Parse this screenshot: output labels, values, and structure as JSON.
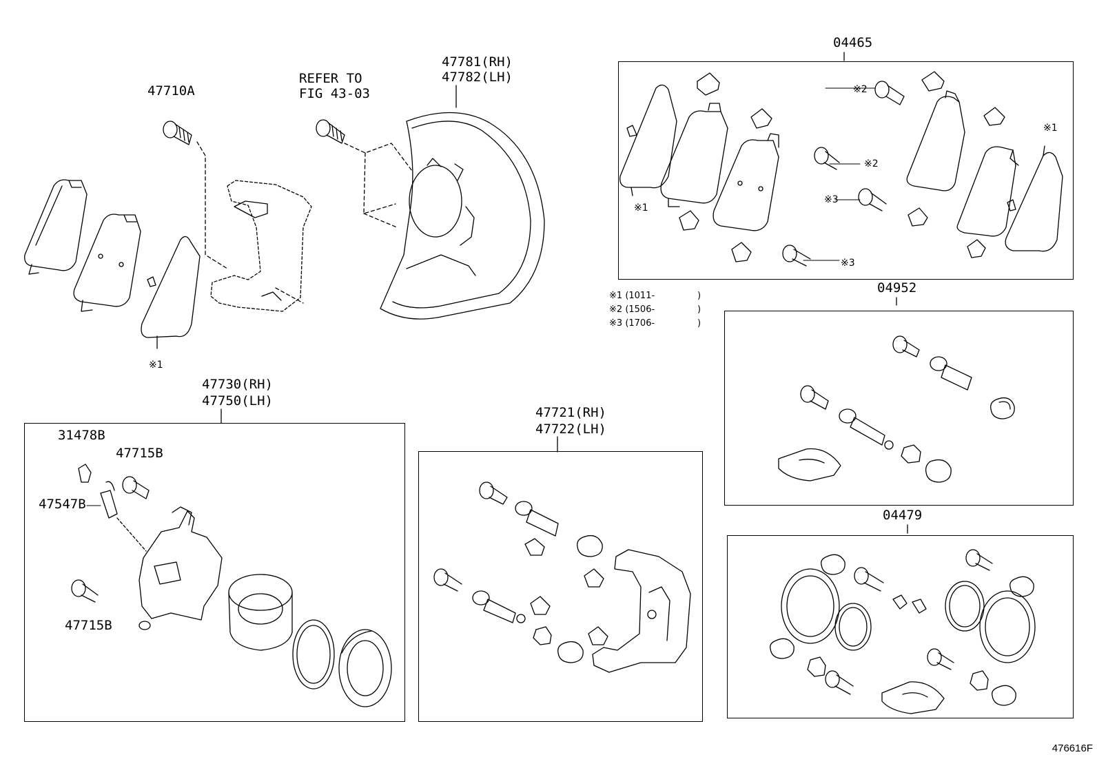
{
  "labels": {
    "p47710A": "47710A",
    "refer1": "REFER TO",
    "refer2": "FIG 43-03",
    "p47781": "47781(RH)",
    "p47782": "47782(LH)",
    "p04465": "04465",
    "p04952": "04952",
    "p04479": "04479",
    "p47730": "47730(RH)",
    "p47750": "47750(LH)",
    "p31478B": "31478B",
    "p47715B_top": "47715B",
    "p47547B": "47547B",
    "p47715B_bot": "47715B",
    "p47721": "47721(RH)",
    "p47722": "47722(LH)",
    "mark1_left": "※1",
    "mark1_box_left": "※1",
    "mark1_box_right": "※1",
    "mark2_a": "※2",
    "mark2_b": "※2",
    "mark3_a": "※3",
    "mark3_b": "※3"
  },
  "notes": [
    {
      "mark": "※1",
      "text": "(1011-",
      "close": ")"
    },
    {
      "mark": "※2",
      "text": "(1506-",
      "close": ")"
    },
    {
      "mark": "※3",
      "text": "(1706-",
      "close": ")"
    }
  ],
  "figure_id": "476616F"
}
